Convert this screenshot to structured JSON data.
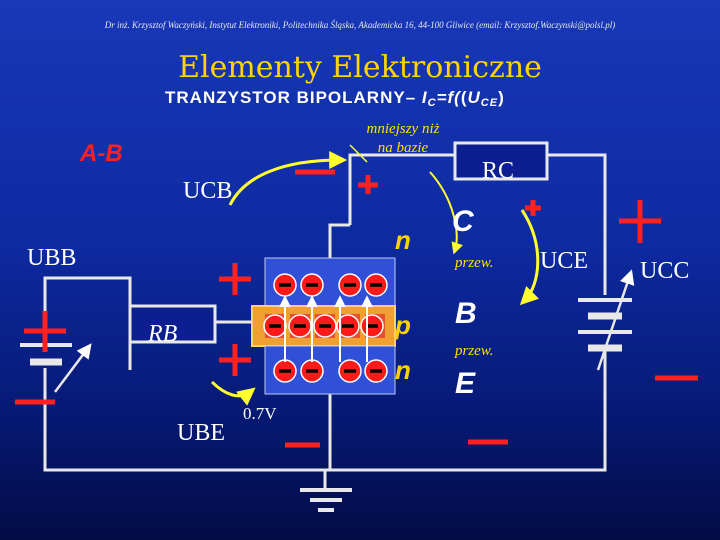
{
  "header": {
    "author_line": "Dr inż. Krzysztof Waczyński, Instytut Elektroniki, Politechnika Śląska, Akademicka 16, 44-100 Gliwice (email: Krzysztof.Waczynski@polsl.pl)",
    "title": "Elementy Elektroniczne",
    "subtitle_main": "TRANZYSTOR BIPOLARNY–",
    "subtitle_func": "I",
    "subtitle_func_sub": "C",
    "subtitle_eq": "=f(",
    "subtitle_arg": "U",
    "subtitle_arg_sub": "CE",
    "subtitle_close": ")"
  },
  "diagram": {
    "label_ab": "A-B",
    "label_ucb": "UCB",
    "label_ubb": "UBB",
    "label_rb": "RB",
    "label_ube": "UBE",
    "label_v07": "0.7V",
    "label_rc": "RC",
    "label_uce": "UCE",
    "label_ucc": "UCC",
    "note_line1": "mniejszy niż",
    "note_line2": "na bazie",
    "region_n_top": "n",
    "region_p": "p",
    "region_n_bottom": "n",
    "terminal_c": "C",
    "terminal_b": "B",
    "terminal_e": "E",
    "przew_1": "przew.",
    "przew_2": "przew."
  },
  "colors": {
    "background_top": "#1838b8",
    "background_bottom": "#020c45",
    "wire": "#e8e8e8",
    "sign_red": "#ff2020",
    "accent_yellow": "#ffe000",
    "electron": "#ff1a1a",
    "base_region": "#f0a030"
  }
}
